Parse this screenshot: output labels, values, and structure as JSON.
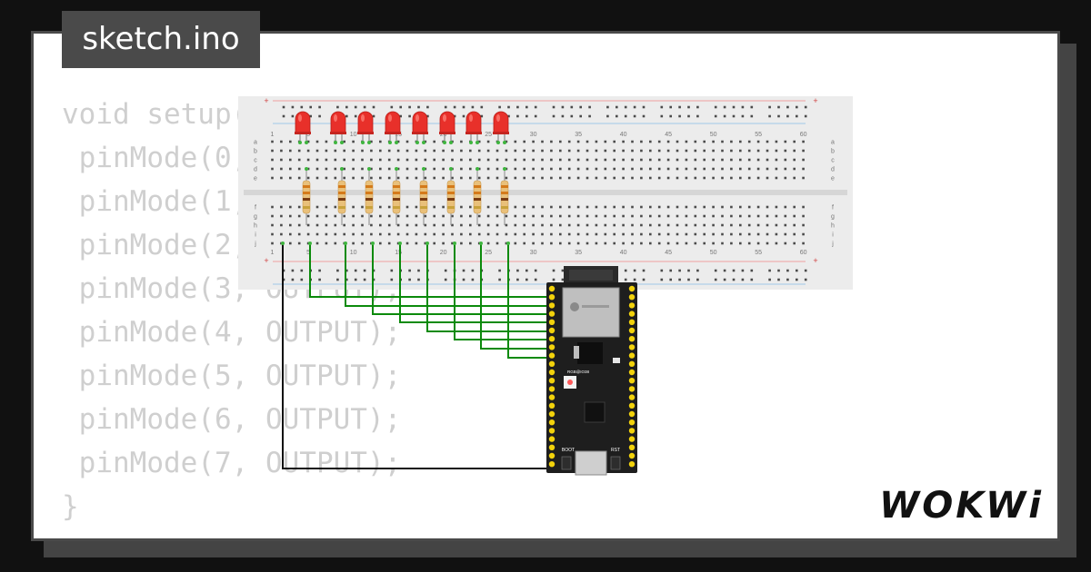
{
  "tab": {
    "title": "sketch.ino"
  },
  "code_lines": [
    "void setup() {",
    " pinMode(0, OUTPUT);",
    " pinMode(1, OUTPUT);",
    " pinMode(2, OUTPUT);",
    " pinMode(3, OUTPUT);",
    " pinMode(4, OUTPUT);",
    " pinMode(5, OUTPUT);",
    " pinMode(6, OUTPUT);",
    " pinMode(7, OUTPUT);",
    "}"
  ],
  "breadboard": {
    "column_numbers": [
      "1",
      "5",
      "10",
      "15",
      "20",
      "25",
      "30",
      "35",
      "40",
      "45",
      "50",
      "55",
      "60"
    ],
    "row_letters_top": [
      "a",
      "b",
      "c",
      "d",
      "e"
    ],
    "row_letters_bottom": [
      "f",
      "g",
      "h",
      "i",
      "j"
    ],
    "rail_symbols": [
      "+",
      "-"
    ]
  },
  "board": {
    "boot_label": "BOOT",
    "rst_label": "RST",
    "led_label": "RGB@IO38"
  },
  "colors": {
    "breadboard": "#ececec",
    "led": "#e8302a",
    "wire": "#0b8a0b",
    "gnd_wire": "#111111",
    "board": "#1e1e1e",
    "pin": "#f2d20b"
  },
  "logo": {
    "text": "WOKWi"
  }
}
